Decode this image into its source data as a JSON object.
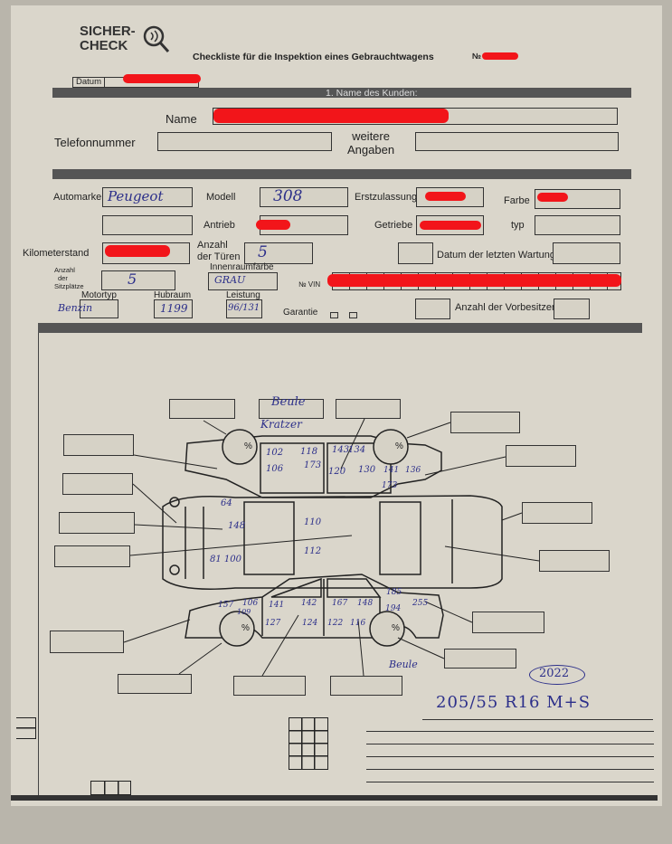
{
  "header": {
    "logo_text_line1": "SICHER-",
    "logo_text_line2": "CHECK",
    "title": "Checkliste für die Inspektion eines Gebrauchtwagens",
    "number_label": "№",
    "date_label": "Datum"
  },
  "section1": {
    "heading": "1. Name des Kunden:",
    "name_label": "Name",
    "phone_label": "Telefonnummer",
    "more_info_label_1": "weitere",
    "more_info_label_2": "Angaben"
  },
  "vehicle": {
    "make_label": "Automarke",
    "make_value": "Peugeot",
    "model_label": "Modell",
    "model_value": "308",
    "first_reg_label": "Erstzulassung",
    "color_label": "Farbe",
    "drive_label": "Antrieb",
    "gearbox_label": "Getriebe",
    "type_label": "typ",
    "mileage_label": "Kilometerstand",
    "doors_label_1": "Anzahl",
    "doors_label_2": "der Türen",
    "doors_value": "5",
    "last_service_label": "Datum der letzten Wartung",
    "seats_label_1": "Anzahl",
    "seats_label_2": "der",
    "seats_label_3": "Sitzplätze",
    "seats_value": "5",
    "interior_color_label": "Innenraumfarbe",
    "interior_color_value": "GRAU",
    "vin_label": "№ VIN",
    "engine_type_label": "Motortyp",
    "engine_type_value": "Benzin",
    "displacement_label": "Hubraum",
    "displacement_value": "1199",
    "power_label": "Leistung",
    "power_value": "96/131",
    "warranty_label": "Garantie",
    "previous_owners_label": "Anzahl der Vorbesitzer"
  },
  "diagram": {
    "percent_sign": "%",
    "notes": [
      "Beule",
      "Kratzer",
      "102",
      "118",
      "143",
      "134",
      "106",
      "173",
      "120",
      "130",
      "141",
      "136",
      "173",
      "64",
      "148",
      "110",
      "112",
      "81 100",
      "157",
      "106",
      "109",
      "141",
      "142",
      "167",
      "148",
      "185",
      "194",
      "255",
      "127",
      "124",
      "122",
      "116",
      "Beule"
    ]
  },
  "tires": {
    "year": "2022",
    "size": "205/55 R16 M+S"
  }
}
